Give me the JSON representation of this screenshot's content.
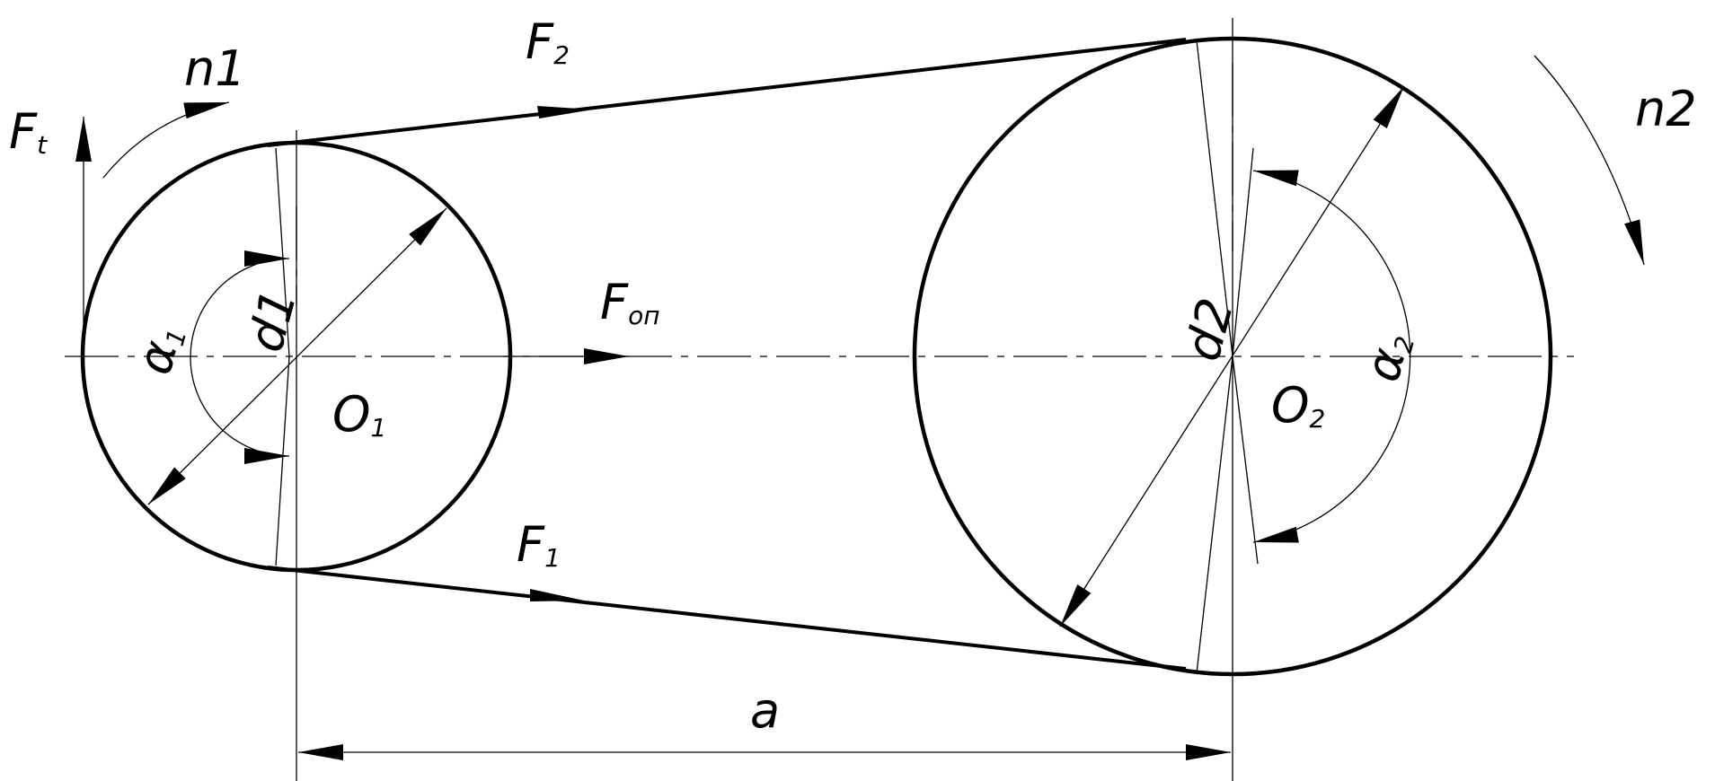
{
  "labels": {
    "n1": "n1",
    "n2": "n2",
    "ft_main": "F",
    "ft_sub": "t",
    "f2_main": "F",
    "f2_sub": "2",
    "f1_main": "F",
    "f1_sub": "1",
    "fop_main": "F",
    "fop_sub": "оп",
    "d1": "d1",
    "d2": "d2",
    "alpha1_main": "α",
    "alpha1_sub": "1",
    "alpha2_main": "α",
    "alpha2_sub": "2",
    "o1_main": "O",
    "o1_sub": "1",
    "o2_main": "O",
    "o2_sub": "2",
    "a": "a"
  }
}
